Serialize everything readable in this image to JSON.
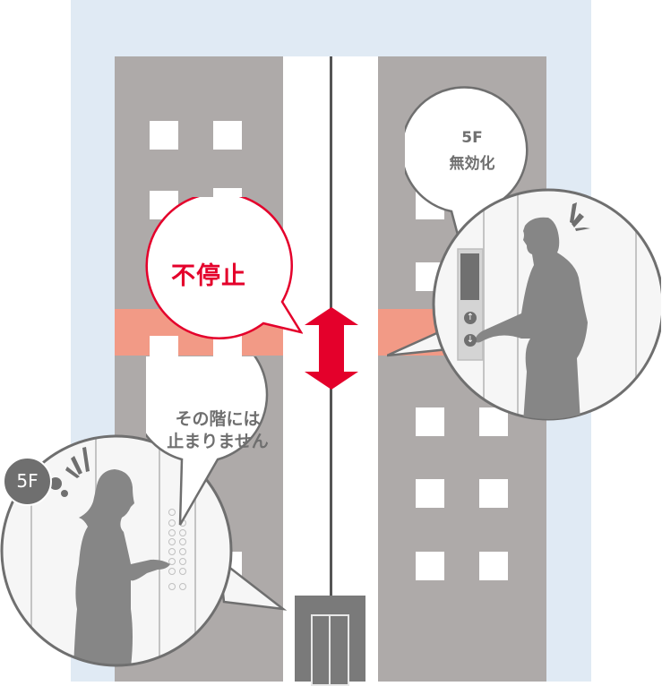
{
  "diagram": {
    "title": "Elevator floor disable illustration",
    "colors": {
      "sky": "#e0eaf4",
      "building": "#aeaaa9",
      "highlight_floor": "#f29a86",
      "window": "#ffffff",
      "accent_red": "#e4002b",
      "silhouette": "#868686",
      "bubble_border_gray": "#6f6f6f",
      "elevator_car": "#7a7a7a"
    },
    "bubbles": {
      "nonstop": {
        "text": "不停止",
        "style": "red-outline"
      },
      "disabled": {
        "line1": "5F",
        "line2": "無効化",
        "style": "gray-outline"
      },
      "no_stop_message": {
        "line1": "その階には",
        "line2": "止まりません",
        "style": "gray-outline"
      },
      "floor_thought": {
        "text": "5F"
      }
    },
    "icons": {
      "bidirectional_arrow": "up-down-arrow-icon",
      "call_up": "arrow-up-icon",
      "call_down": "arrow-down-icon"
    },
    "scenes": {
      "admin": "man pressing elevator hall call button",
      "passenger": "woman pressing floor button in car panel"
    },
    "highlighted_floor": "5F"
  }
}
